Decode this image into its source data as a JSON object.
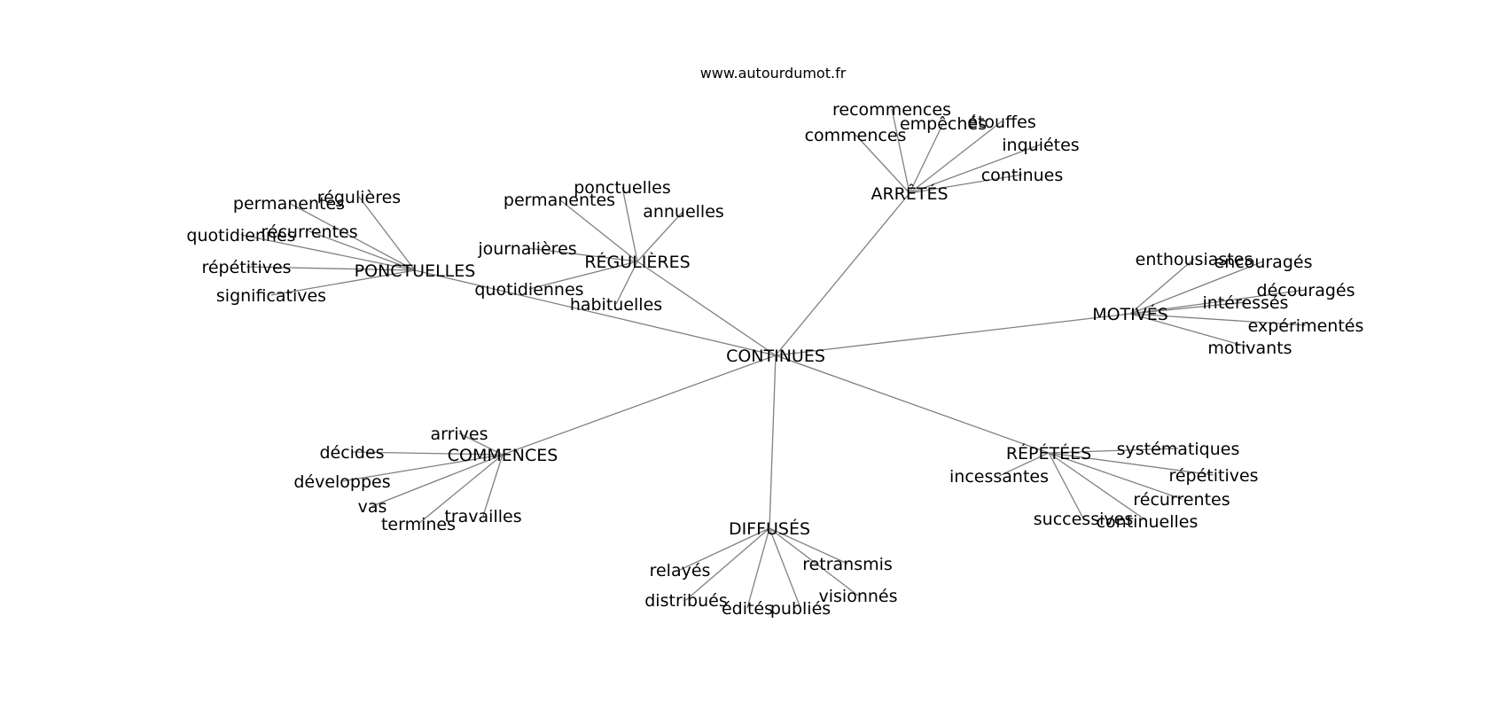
{
  "header": {
    "site": "www.autourdumot.fr"
  },
  "graph": {
    "center": "CONTINUES",
    "groups": [
      {
        "hub": "PONCTUELLES",
        "words": [
          "régulières",
          "permanentes",
          "quotidiennes",
          "récurrentes",
          "répétitives",
          "significatives"
        ]
      },
      {
        "hub": "RÉGULIÈRES",
        "words": [
          "ponctuelles",
          "permanentes",
          "annuelles",
          "journalières",
          "quotidiennes",
          "habituelles"
        ]
      },
      {
        "hub": "ARRÊTÉS",
        "words": [
          "recommences",
          "empêchés",
          "étouffes",
          "commences",
          "inquiétes",
          "continues"
        ]
      },
      {
        "hub": "MOTIVÉS",
        "words": [
          "enthousiastes",
          "encouragés",
          "découragés",
          "intéressés",
          "expérimentés",
          "motivants"
        ]
      },
      {
        "hub": "COMMENCES",
        "words": [
          "arrives",
          "décides",
          "développes",
          "vas",
          "termines",
          "travailles"
        ]
      },
      {
        "hub": "DIFFUSÉS",
        "words": [
          "relayés",
          "retransmis",
          "distribués",
          "visionnés",
          "édités",
          "publiés"
        ]
      },
      {
        "hub": "RÉPÉTÉES",
        "words": [
          "systématiques",
          "incessantes",
          "répétitives",
          "récurrentes",
          "successives",
          "continuelles"
        ]
      }
    ]
  }
}
